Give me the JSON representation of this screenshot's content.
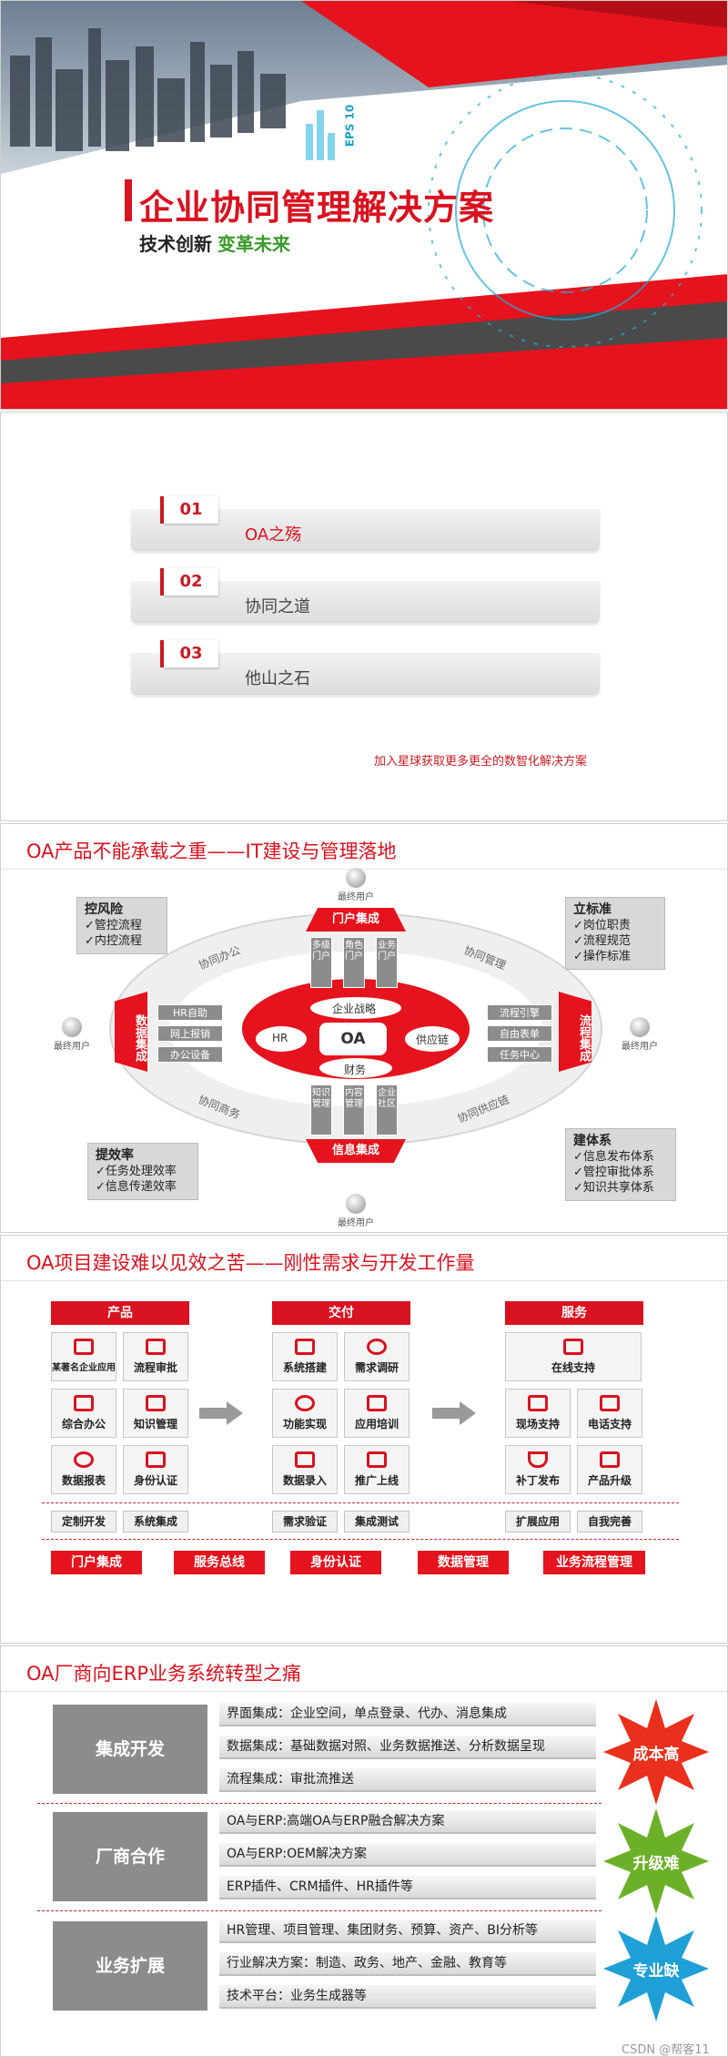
{
  "cover": {
    "title": "企业协同管理解决方案",
    "subtitle_main": "技术创新",
    "subtitle_green": "变革未来",
    "eps": "EPS 10",
    "accent": "#d9121f"
  },
  "toc": {
    "items": [
      {
        "num": "01",
        "label": "OA之殇"
      },
      {
        "num": "02",
        "label": "协同之道"
      },
      {
        "num": "03",
        "label": "他山之石"
      }
    ],
    "footer": "加入星球获取更多更全的数智化解决方案"
  },
  "slide3": {
    "title": "OA产品不能承载之重——IT建设与管理落地",
    "boxes": {
      "risk": {
        "head": "控风险",
        "lines": [
          "✓管控流程",
          "✓内控流程"
        ]
      },
      "standard": {
        "head": "立标准",
        "lines": [
          "✓岗位职责",
          "✓流程规范",
          "✓操作标准"
        ]
      },
      "efficiency": {
        "head": "提效率",
        "lines": [
          "✓任务处理效率",
          "✓信息传递效率"
        ]
      },
      "system": {
        "head": "建体系",
        "lines": [
          "✓信息发布体系",
          "✓管控审批体系",
          "✓知识共享体系"
        ]
      }
    },
    "arrows": {
      "top": "门户集成",
      "bottom": "信息集成",
      "left": "数据集成",
      "right": "流程集成"
    },
    "top_tabs": [
      "多级门户",
      "角色门户",
      "业务门户"
    ],
    "bottom_tabs": [
      "知识管理",
      "内容管理",
      "企业社区"
    ],
    "left_tabs": [
      "HR自助",
      "网上报销",
      "办公设备"
    ],
    "right_tabs": [
      "流程引擎",
      "自由表单",
      "任务中心"
    ],
    "ring": [
      "协同办公",
      "协同管理",
      "协同商务",
      "协同供应链"
    ],
    "inner": {
      "top": "企业战略",
      "left": "HR",
      "right": "供应链",
      "bottom": "财务",
      "core": "OA"
    },
    "user": "最终用户"
  },
  "slide4": {
    "title": "OA项目建设难以见效之苦——刚性需求与开发工作量",
    "product": {
      "head": "产品",
      "tiles": [
        "某著名企业应用",
        "流程审批",
        "综合办公",
        "知识管理",
        "数据报表",
        "身份认证"
      ],
      "bottom": [
        "定制开发",
        "系统集成"
      ]
    },
    "delivery": {
      "head": "交付",
      "tiles": [
        "系统搭建",
        "需求调研",
        "功能实现",
        "应用培训",
        "数据录入",
        "推广上线"
      ],
      "bottom": [
        "需求验证",
        "集成测试"
      ]
    },
    "service": {
      "head": "服务",
      "tiles": [
        "在线支持",
        "现场支持",
        "电话支持",
        "补丁发布",
        "产品升级"
      ],
      "bottom": [
        "扩展应用",
        "自我完善"
      ]
    },
    "red_row": [
      "门户集成",
      "服务总线",
      "身份认证",
      "数据管理",
      "业务流程管理"
    ]
  },
  "slide5": {
    "title": "OA厂商向ERP业务系统转型之痛",
    "groups": [
      {
        "label": "集成开发",
        "items": [
          "界面集成：企业空间，单点登录、代办、消息集成",
          "数据集成：基础数据对照、业务数据推送、分析数据呈现",
          "流程集成：审批流推送"
        ],
        "badge": "成本高",
        "color": "#e8301c"
      },
      {
        "label": "厂商合作",
        "items": [
          "OA与ERP:高端OA与ERP融合解决方案",
          "OA与ERP:OEM解决方案",
          "ERP插件、CRM插件、HR插件等"
        ],
        "badge": "升级难",
        "color": "#6cb02a"
      },
      {
        "label": "业务扩展",
        "items": [
          "HR管理、项目管理、集团财务、预算、资产、BI分析等",
          "行业解决方案：制造、政务、地产、金融、教育等",
          "技术平台：业务生成器等"
        ],
        "badge": "专业缺",
        "color": "#1e9fd6"
      }
    ],
    "watermark": "CSDN @帮客11"
  }
}
